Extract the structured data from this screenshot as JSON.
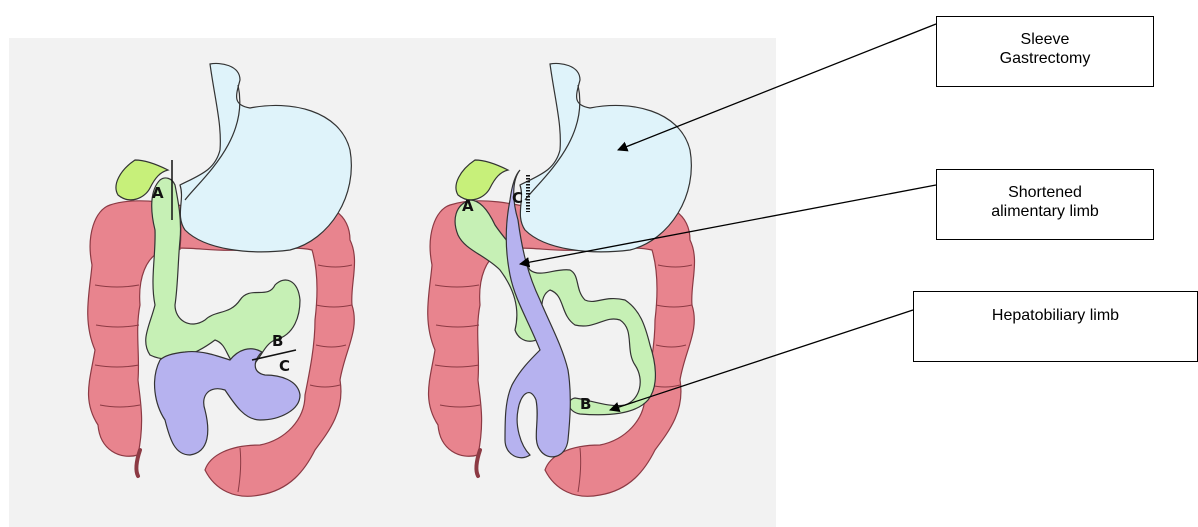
{
  "colors": {
    "panel": "#f2f2f2",
    "colon": "#e8848e",
    "colon_outline": "#8c3a44",
    "stomach": "#dff3fa",
    "stomach_sleeve": "#bfe8f5",
    "small_intestine_green": "#c6f0b5",
    "gallbladder": "#c7f07a",
    "limb_purple": "#b6b2ef",
    "outline": "#333333"
  },
  "left_diagram": {
    "labels": {
      "a": "A",
      "b": "B",
      "c": "C"
    }
  },
  "right_diagram": {
    "labels": {
      "a": "A",
      "b": "B",
      "c": "C"
    }
  },
  "callouts": {
    "sleeve": {
      "line1": "Sleeve",
      "line2": "Gastrectomy"
    },
    "alimentary": {
      "line1": "Shortened",
      "line2": "alimentary limb"
    },
    "hepatobiliary": {
      "line1": "Hepatobiliary limb"
    }
  }
}
